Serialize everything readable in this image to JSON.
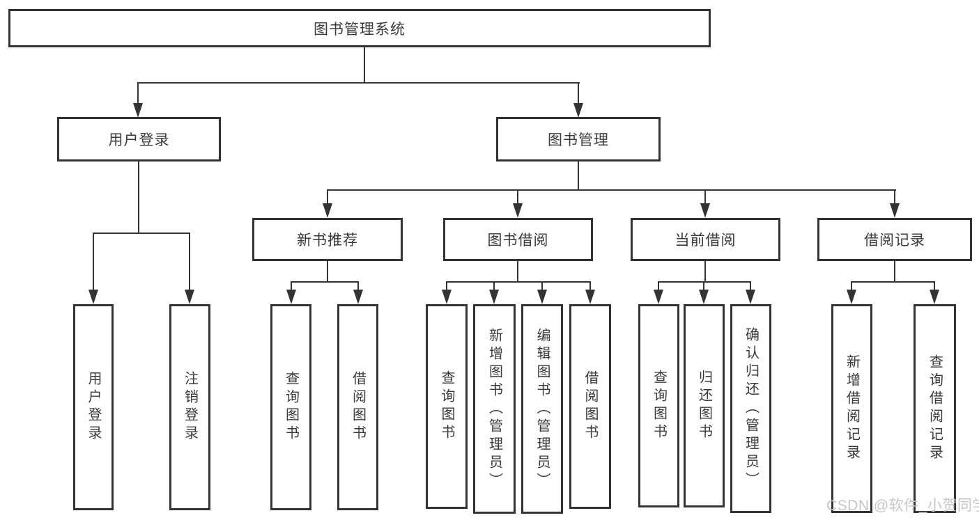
{
  "diagram_type": "hierarchy-tree",
  "tree": {
    "root": {
      "label": "图书管理系统",
      "children": [
        {
          "label": "用户登录",
          "children": [
            {
              "label": "用户登录"
            },
            {
              "label": "注销登录"
            }
          ]
        },
        {
          "label": "图书管理",
          "children": [
            {
              "label": "新书推荐",
              "children": [
                {
                  "label": "查询图书"
                },
                {
                  "label": "借阅图书"
                }
              ]
            },
            {
              "label": "图书借阅",
              "children": [
                {
                  "label": "查询图书"
                },
                {
                  "label": "新增图书（管理员）"
                },
                {
                  "label": "编辑图书（管理员）"
                },
                {
                  "label": "借阅图书"
                }
              ]
            },
            {
              "label": "当前借阅",
              "children": [
                {
                  "label": "查询图书"
                },
                {
                  "label": "归还图书"
                },
                {
                  "label": "确认归还（管理员）"
                }
              ]
            },
            {
              "label": "借阅记录",
              "children": [
                {
                  "label": "新增借阅记录"
                },
                {
                  "label": "查询借阅记录"
                }
              ]
            }
          ]
        }
      ]
    }
  },
  "watermark": {
    "text": "CSDN @软件_小贺同学"
  },
  "colors": {
    "line": "#333333",
    "box_border": "#333333",
    "text": "#3a3a3a",
    "watermark": "#c6c6c6",
    "background": "#ffffff"
  }
}
